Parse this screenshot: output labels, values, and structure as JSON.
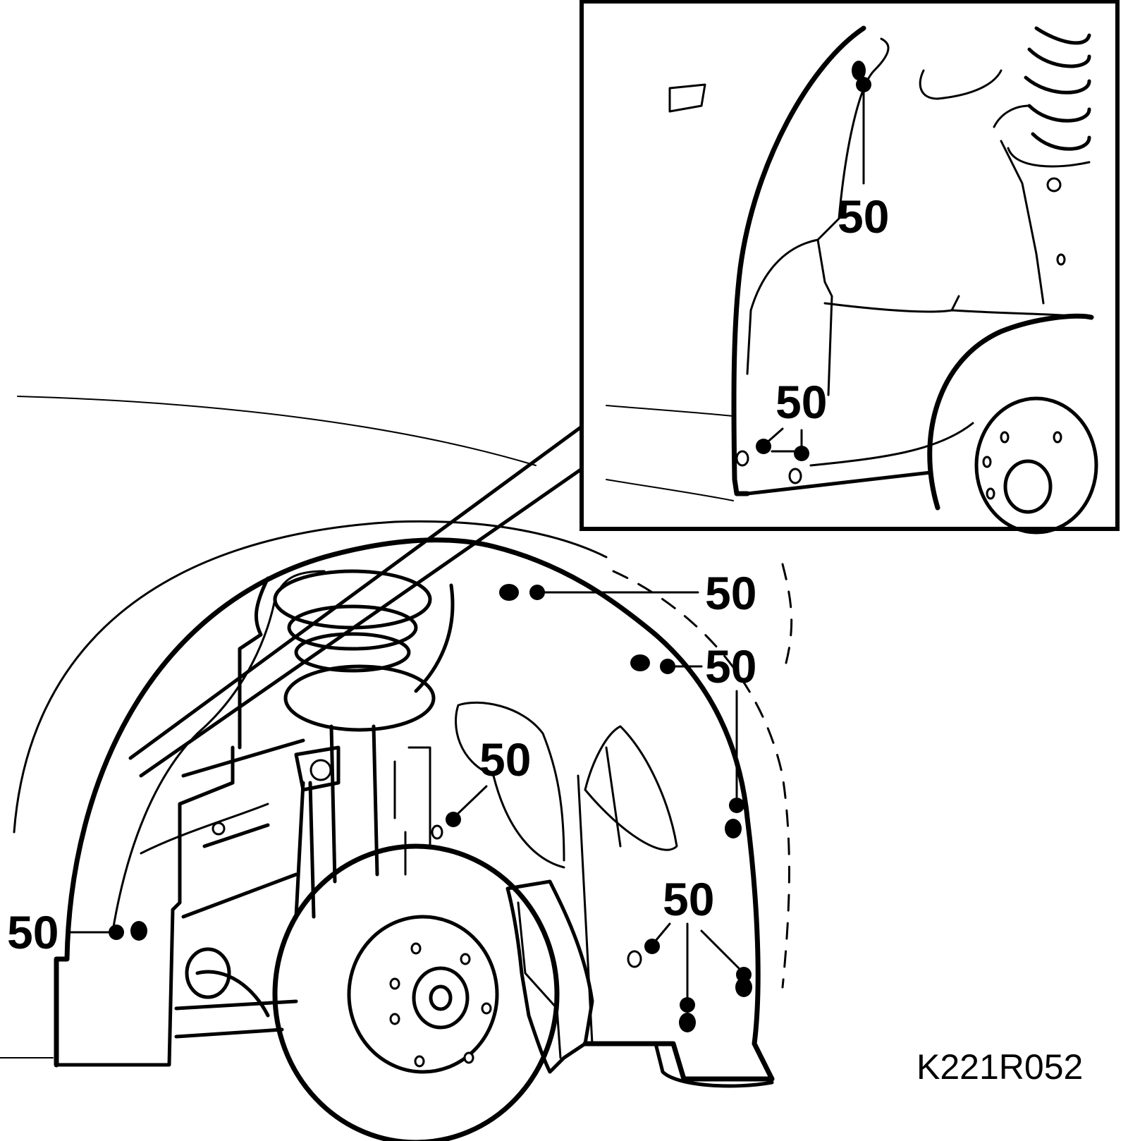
{
  "figure": {
    "reference_code": "K221R052",
    "callouts": [
      {
        "label": "50"
      },
      {
        "label": "50"
      },
      {
        "label": "50"
      },
      {
        "label": "50"
      },
      {
        "label": "50"
      },
      {
        "label": "50"
      },
      {
        "label": "50"
      }
    ]
  }
}
